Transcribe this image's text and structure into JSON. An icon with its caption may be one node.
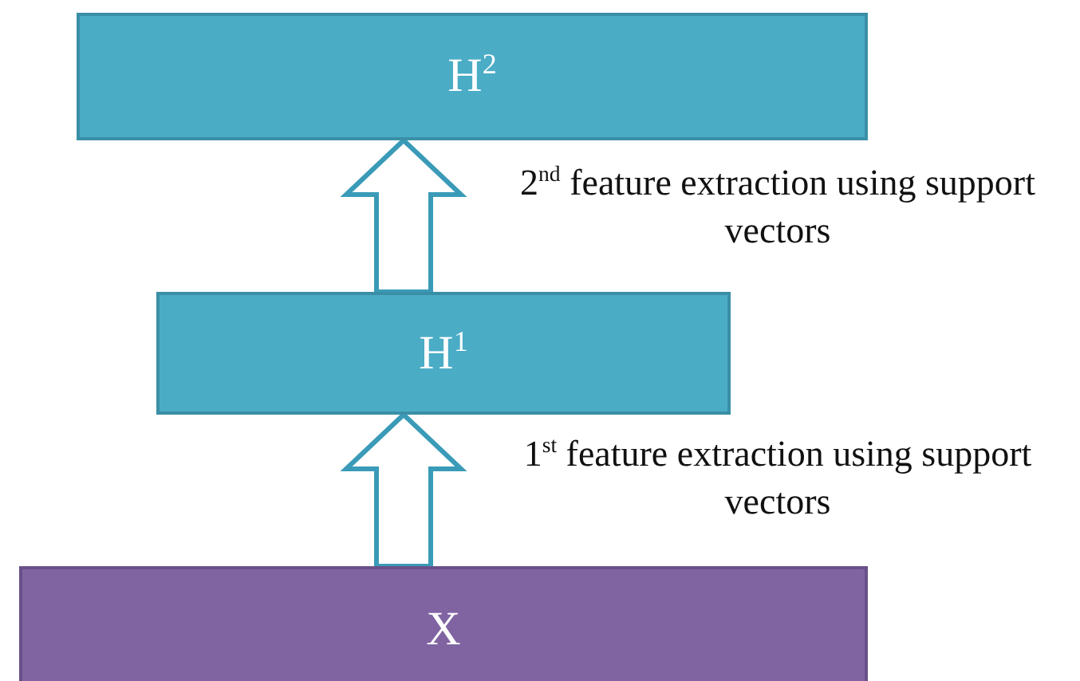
{
  "diagram": {
    "nodes": [
      {
        "text": [
          "H$^{2}$"
        ]
      },
      {
        "text": [
          "H$^{1}$"
        ]
      },
      {
        "text": [
          "X"
        ]
      }
    ],
    "edges": [
      {
        "from": 1,
        "to": 0,
        "arrow": "to",
        "label": "2$^{nd}$ feature extraction using support vectors"
      },
      {
        "from": 2,
        "to": 1,
        "arrow": "to",
        "label": "1$^{st}$ feature extraction using support vectors"
      }
    ]
  }
}
